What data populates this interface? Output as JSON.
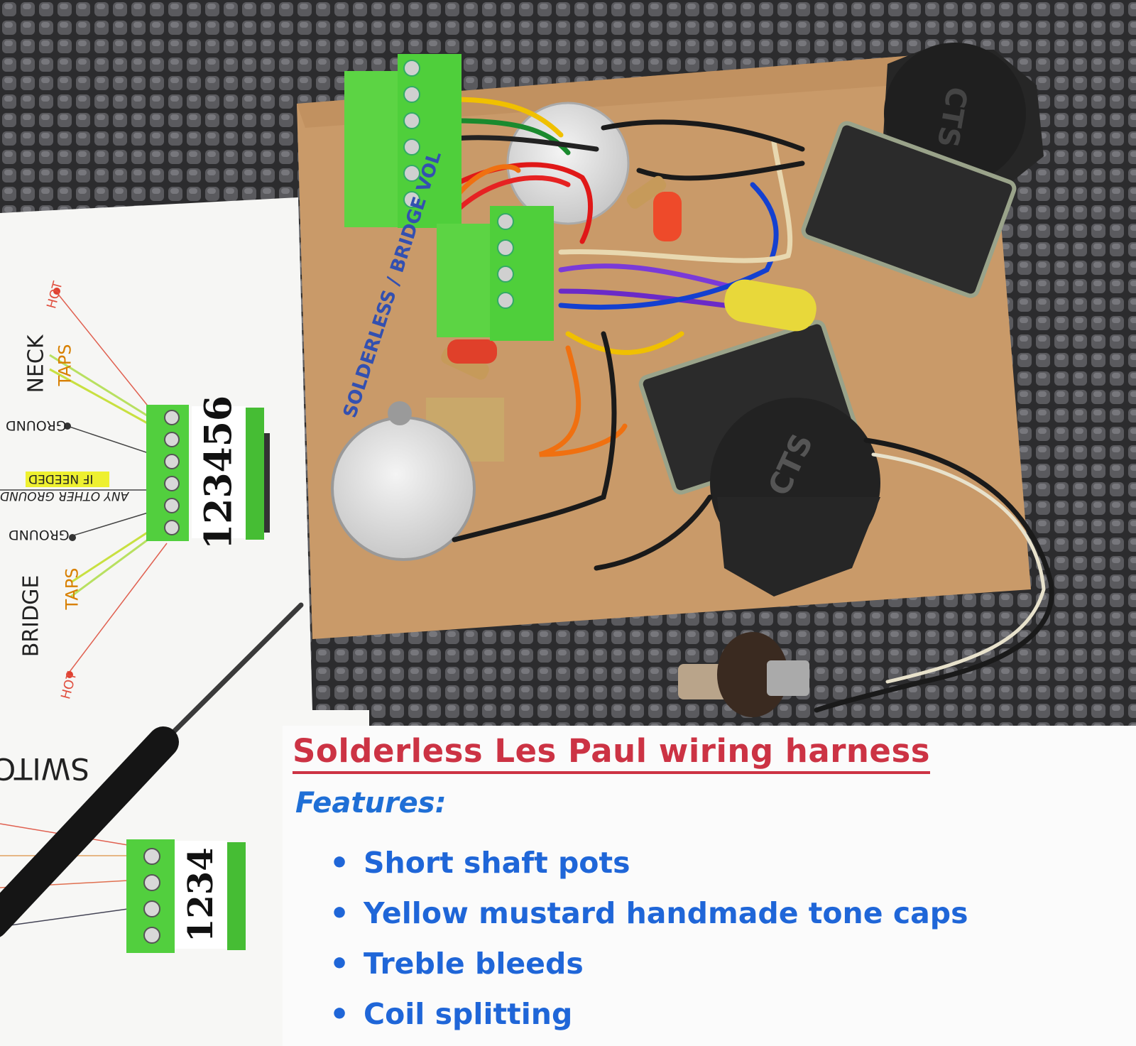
{
  "caption": {
    "title": "Solderless Les Paul wiring harness",
    "features_heading": "Features:",
    "features": [
      "Short shaft pots",
      "Yellow mustard handmade tone caps",
      "Treble bleeds",
      "Coil splitting"
    ]
  },
  "diagram": {
    "neck": "NECK",
    "bridge": "BRIDGE",
    "taps": "TAPS",
    "hot": "HOT",
    "ground": "GROUND",
    "any_other_ground": "ANY OTHER GROUND",
    "if_needed": "IF NEEDED",
    "switch": "SWITCH",
    "terminal_six": "123456",
    "terminal_four": "1234"
  },
  "board": {
    "stamp": "SOLDERLESS / BRIDGE VOL",
    "pot_brand": "CTS"
  },
  "colors": {
    "title": "#cc3344",
    "features": "#1f6fd6",
    "terminal_green": "#55d640",
    "cardboard": "#c79a6a",
    "mat": "#2f2f31"
  }
}
